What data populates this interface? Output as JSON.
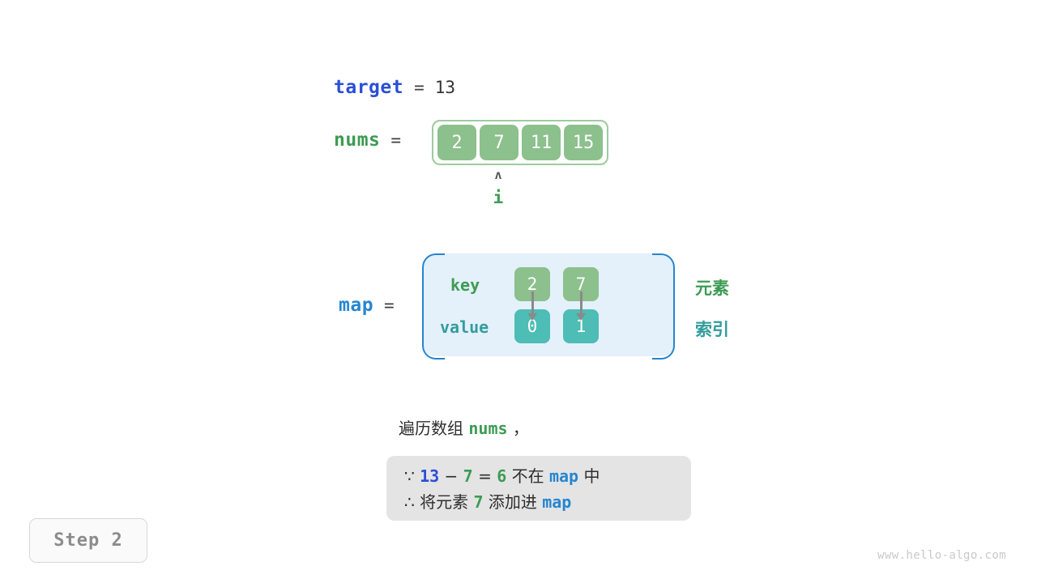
{
  "target": {
    "name": "target",
    "equals": "=",
    "value": "13"
  },
  "nums": {
    "name": "nums",
    "equals": "=",
    "cells": [
      "2",
      "7",
      "11",
      "15"
    ],
    "pointer": {
      "caret": "ʌ",
      "label": "i",
      "index": 1
    }
  },
  "map": {
    "name": "map",
    "equals": "=",
    "key_label": "key",
    "value_label": "value",
    "keys": [
      "2",
      "7"
    ],
    "values": [
      "0",
      "1"
    ],
    "side_labels": {
      "element": "元素",
      "index": "索引"
    }
  },
  "caption": {
    "prefix": "遍历数组 ",
    "keyword": "nums",
    "suffix": " ，"
  },
  "note": {
    "line1": {
      "because": "∵",
      "a": "13",
      "minus": "−",
      "b": "7",
      "eq": "=",
      "result": "6",
      "mid": "不在",
      "map": "map",
      "tail": "中"
    },
    "line2": {
      "therefore": "∴",
      "text1": "将元素",
      "elem": "7",
      "text2": "添加进",
      "map": "map"
    }
  },
  "step_badge": "Step 2",
  "watermark": "www.hello-algo.com",
  "colors": {
    "array_cell": "#8cc08c",
    "array_border": "#9ecb9e",
    "map_value_cell": "#4dbdb5",
    "map_bg": "#e4f0fa",
    "map_border": "#2585d0",
    "green_text": "#3d9b54",
    "teal_text": "#339c9c",
    "royal_blue": "#2b4ed8",
    "light_blue": "#2686d0",
    "note_bg": "#e4e4e4",
    "badge_text": "#8c8c8c",
    "watermark": "#c9c9c9"
  }
}
